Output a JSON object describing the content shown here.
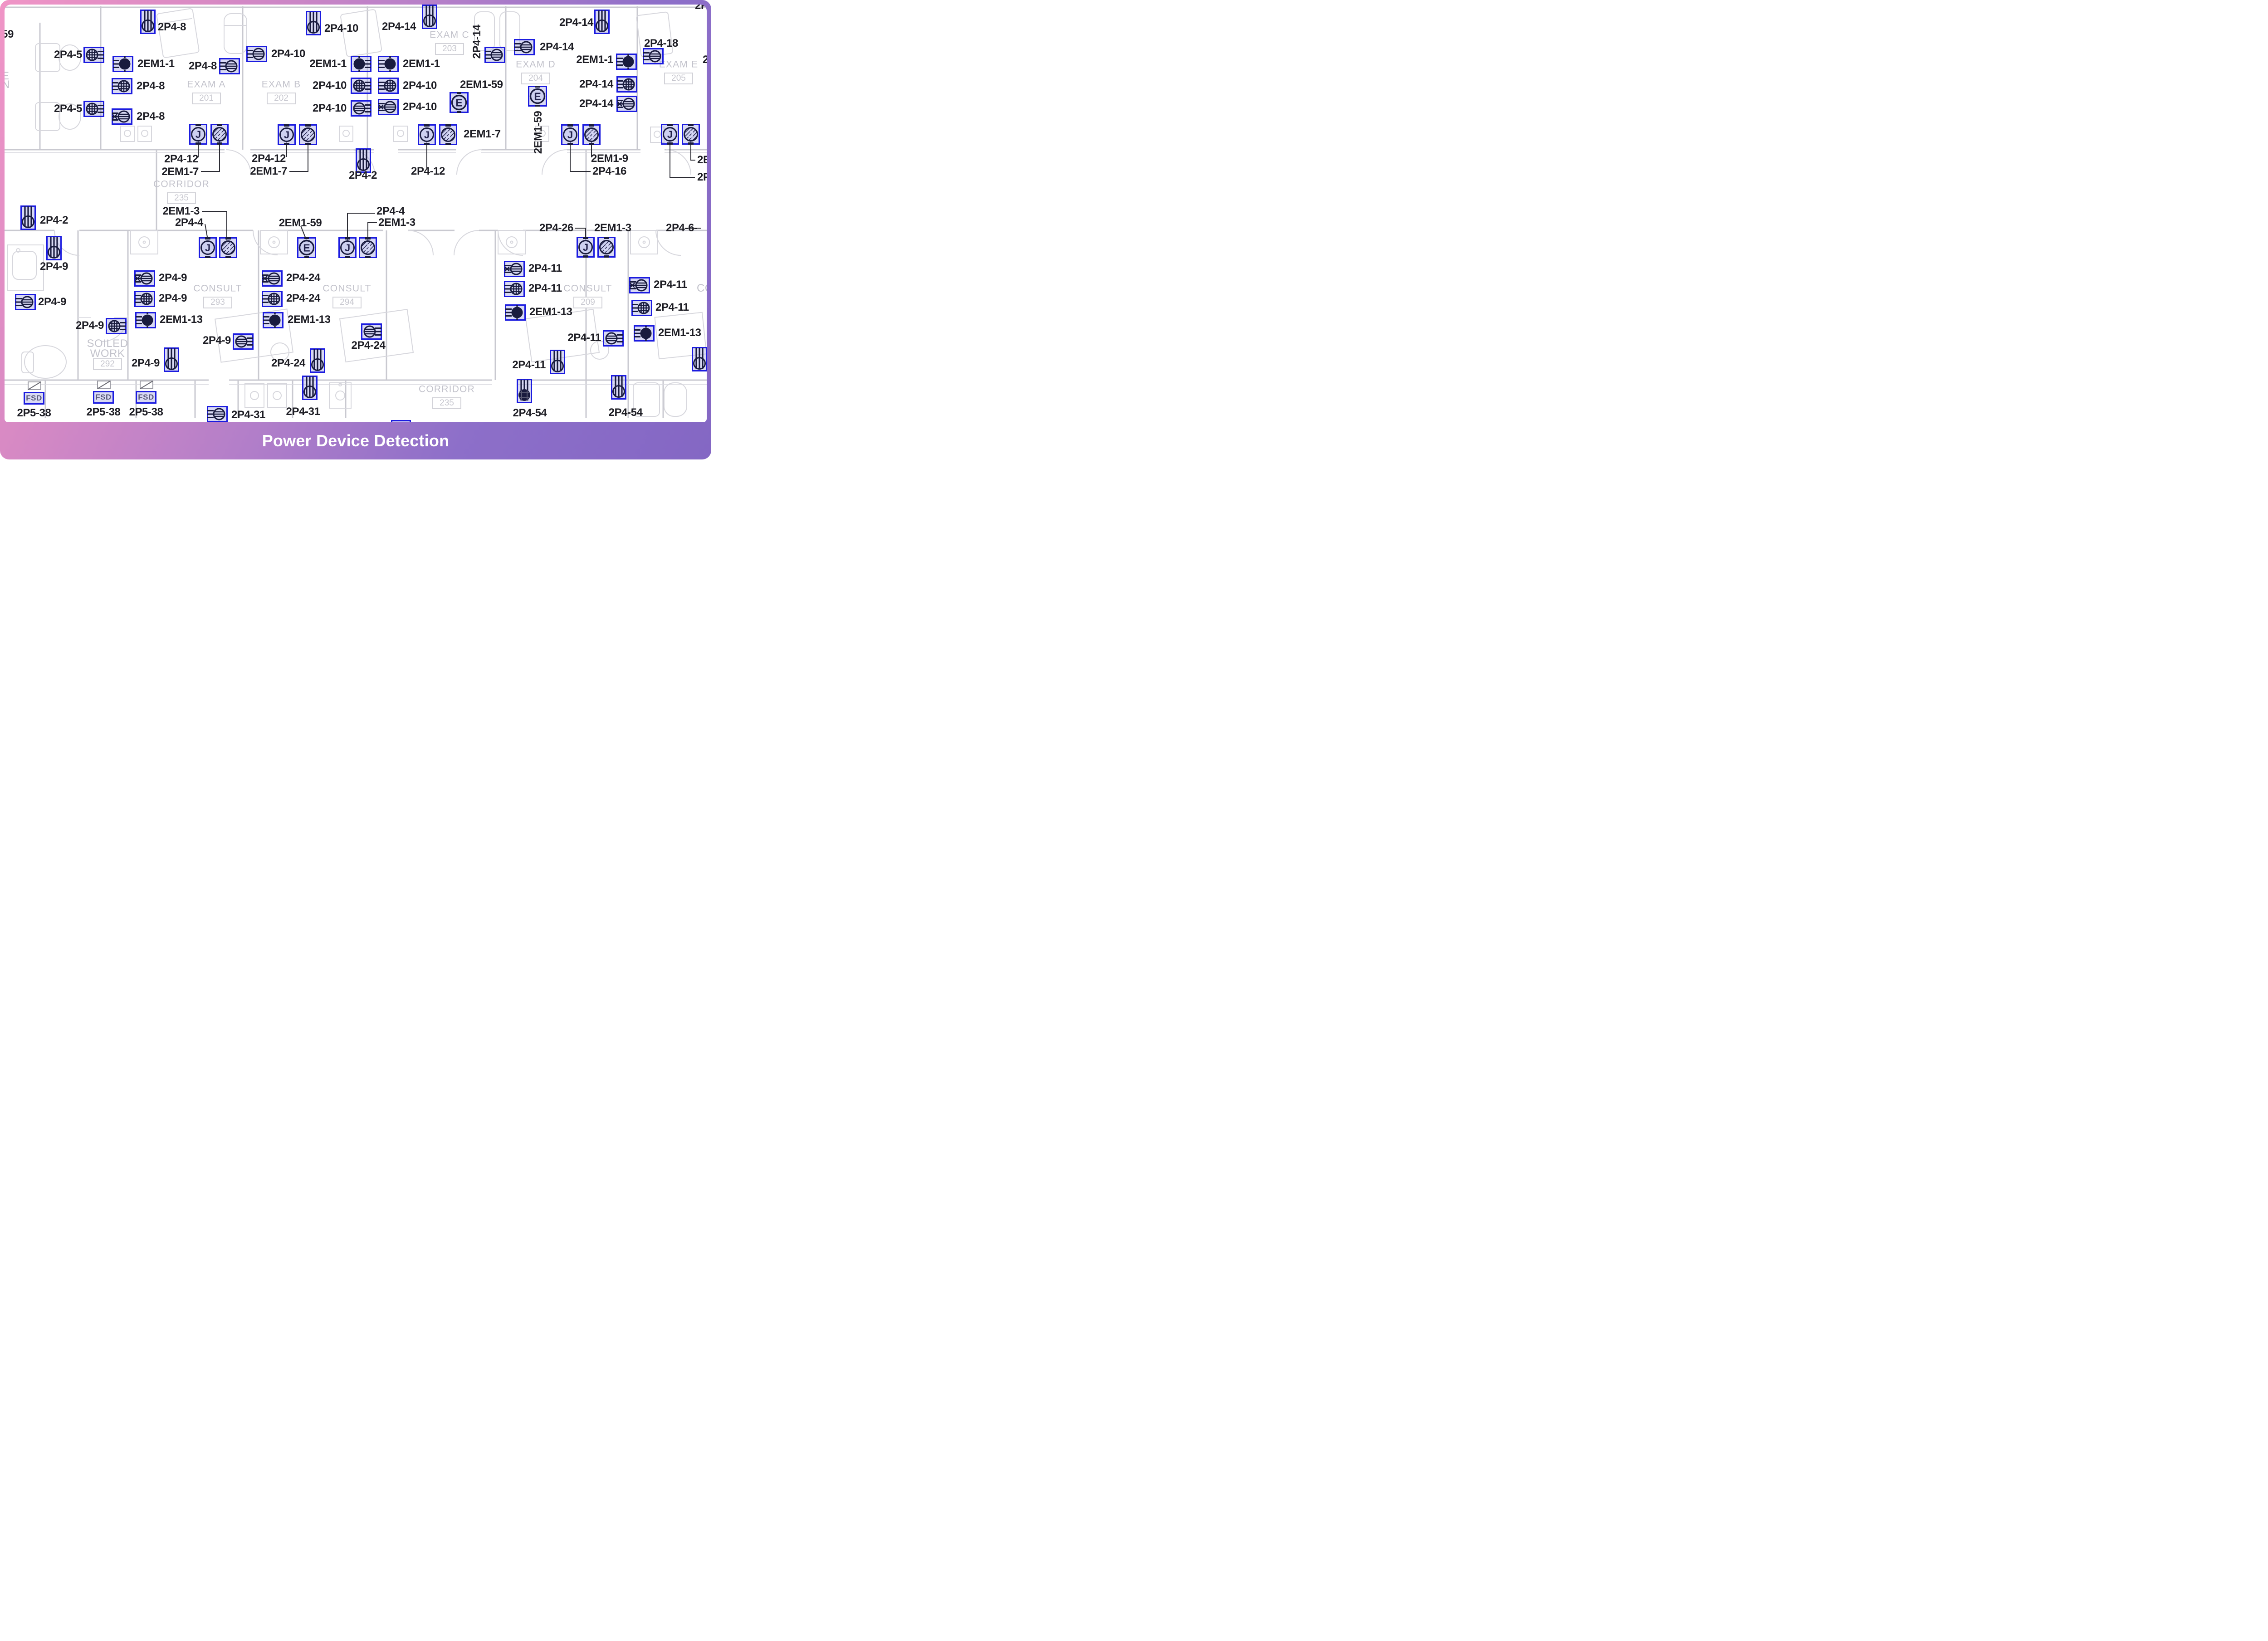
{
  "caption": {
    "title": "Power Device Detection"
  },
  "colors": {
    "box_border": "#1b1bdf",
    "box_fill": "rgba(160,163,228,0.40)",
    "symbol": "#191b3e",
    "circle_fill": "#cdd0f0",
    "label": "#1d1d24",
    "leader": "#2b2b33",
    "plan_line": "#c9c9d0",
    "fixture_line": "#d7d7dd",
    "room_text": "#c2c2cb",
    "gradient_start": "#f095c6",
    "gradient_end": "#8467c4"
  },
  "rooms": [
    [
      "EXAM A",
      "201",
      455,
      186
    ],
    [
      "EXAM B",
      "202",
      620,
      186
    ],
    [
      "EXAM C",
      "203",
      991,
      77
    ],
    [
      "EXAM D",
      "204",
      1181,
      142
    ],
    [
      "EXAM E",
      "205",
      1496,
      142
    ],
    [
      "CORRIDOR",
      "235",
      400,
      406
    ],
    [
      "CONSULT",
      "293",
      480,
      636
    ],
    [
      "CONSULT",
      "294",
      765,
      636
    ],
    [
      "CONSULT",
      "209",
      1296,
      636
    ],
    [
      "CORRIDOR",
      "235",
      985,
      858
    ],
    [
      "",
      "292",
      237,
      772
    ]
  ],
  "devices": [
    [
      "ceil",
      326,
      57
    ],
    [
      "quad",
      207,
      121,
      "r"
    ],
    [
      "em",
      271,
      141,
      "l"
    ],
    [
      "dup",
      506,
      146,
      "l"
    ],
    [
      "quad",
      269,
      190,
      "l"
    ],
    [
      "quad",
      207,
      240,
      "r"
    ],
    [
      "dupx",
      269,
      257,
      "l"
    ],
    [
      "ceil",
      691,
      60
    ],
    [
      "dup",
      566,
      119,
      "l"
    ],
    [
      "em",
      796,
      141,
      "r"
    ],
    [
      "em",
      856,
      141,
      "l"
    ],
    [
      "quad",
      796,
      189,
      "r"
    ],
    [
      "quad",
      856,
      189,
      "l"
    ],
    [
      "dup",
      796,
      239,
      "r"
    ],
    [
      "dupx",
      856,
      236,
      "l"
    ],
    [
      "ceil",
      947,
      46
    ],
    [
      "dup",
      1091,
      121,
      "l"
    ],
    [
      "dup",
      1156,
      104,
      "l"
    ],
    [
      "e",
      1012,
      226,
      null,
      "E"
    ],
    [
      "e",
      1185,
      212,
      null,
      "E"
    ],
    [
      "em",
      1381,
      136,
      "l"
    ],
    [
      "quad",
      1382,
      186,
      "l"
    ],
    [
      "dupx",
      1382,
      229,
      "l"
    ],
    [
      "ceil",
      1327,
      57
    ],
    [
      "dup",
      1440,
      124,
      "l"
    ],
    [
      "j",
      437,
      296,
      null,
      "J"
    ],
    [
      "jh",
      484,
      296,
      null,
      "J"
    ],
    [
      "j",
      632,
      297,
      null,
      "J"
    ],
    [
      "jh",
      679,
      297,
      null,
      "J"
    ],
    [
      "ceil",
      801,
      363
    ],
    [
      "j",
      941,
      297,
      null,
      "J"
    ],
    [
      "jh",
      988,
      297,
      null,
      "J"
    ],
    [
      "j",
      1257,
      297,
      null,
      "J"
    ],
    [
      "jh",
      1304,
      297,
      null,
      "J"
    ],
    [
      "j",
      1477,
      296,
      null,
      "J"
    ],
    [
      "jh",
      1523,
      296,
      null,
      "J"
    ],
    [
      "ceil",
      62,
      489
    ],
    [
      "ceil",
      119,
      556
    ],
    [
      "j",
      458,
      546,
      null,
      "J"
    ],
    [
      "jh",
      503,
      546,
      null,
      "J"
    ],
    [
      "e",
      676,
      546,
      null,
      "E"
    ],
    [
      "j",
      766,
      546,
      null,
      "J"
    ],
    [
      "jh",
      811,
      546,
      null,
      "J"
    ],
    [
      "j",
      1291,
      545,
      null,
      "J"
    ],
    [
      "jh",
      1337,
      545,
      null,
      "J"
    ],
    [
      "dup",
      56,
      666,
      "l"
    ],
    [
      "quad",
      256,
      719,
      "r"
    ],
    [
      "dupx",
      319,
      614,
      "l"
    ],
    [
      "quad",
      319,
      659,
      "l"
    ],
    [
      "em",
      321,
      706,
      "l"
    ],
    [
      "dup",
      536,
      753,
      "r"
    ],
    [
      "ceil",
      378,
      802
    ],
    [
      "dupx",
      600,
      614,
      "l"
    ],
    [
      "quad",
      600,
      659,
      "l"
    ],
    [
      "em",
      602,
      706,
      "l"
    ],
    [
      "dup",
      819,
      731,
      "r"
    ],
    [
      "ceil",
      700,
      804
    ],
    [
      "dupx",
      1134,
      593,
      "l"
    ],
    [
      "quad",
      1134,
      637,
      "l"
    ],
    [
      "em",
      1136,
      689,
      "l"
    ],
    [
      "dup",
      1352,
      746,
      "r"
    ],
    [
      "ceil",
      1229,
      807
    ],
    [
      "dupx",
      1410,
      629,
      "l"
    ],
    [
      "quad",
      1415,
      679,
      "l"
    ],
    [
      "em",
      1420,
      735,
      "l"
    ],
    [
      "ceil",
      1542,
      801
    ],
    [
      "fsd",
      75,
      878,
      null,
      "FSD"
    ],
    [
      "fsd",
      228,
      876,
      null,
      "FSD"
    ],
    [
      "fsd",
      322,
      876,
      null,
      "FSD"
    ],
    [
      "dup",
      479,
      913,
      "l"
    ],
    [
      "ceil",
      683,
      864
    ],
    [
      "ceil2",
      1156,
      871
    ],
    [
      "ceil",
      1364,
      863
    ],
    [
      "pbox",
      884,
      933
    ]
  ],
  "labels": [
    [
      "2P4-8",
      348,
      60,
      "l"
    ],
    [
      "2P4-5",
      181,
      121,
      "r"
    ],
    [
      "2EM1-1",
      303,
      141,
      "l"
    ],
    [
      "2P4-8",
      478,
      146,
      "r"
    ],
    [
      "2P4-8",
      301,
      190,
      "l"
    ],
    [
      "2P4-5",
      181,
      240,
      "r"
    ],
    [
      "2P4-8",
      301,
      257,
      "l"
    ],
    [
      "2P4-10",
      715,
      63,
      "l"
    ],
    [
      "2P4-10",
      598,
      119,
      "l"
    ],
    [
      "2EM1-1",
      764,
      141,
      "r"
    ],
    [
      "2EM1-1",
      888,
      141,
      "l"
    ],
    [
      "2P4-10",
      764,
      189,
      "r"
    ],
    [
      "2P4-10",
      888,
      189,
      "l"
    ],
    [
      "2P4-10",
      764,
      239,
      "r"
    ],
    [
      "2P4-10",
      888,
      236,
      "l"
    ],
    [
      "2P4-14",
      917,
      59,
      "r"
    ],
    [
      "2P4-14",
      1190,
      104,
      "l"
    ],
    [
      "2EM1-59",
      1014,
      187,
      "l"
    ],
    [
      "2EM1-1",
      1352,
      132,
      "r"
    ],
    [
      "2P4-14",
      1352,
      186,
      "r"
    ],
    [
      "2P4-14",
      1352,
      229,
      "r"
    ],
    [
      "2P4-14",
      1308,
      50,
      "r"
    ],
    [
      "2P4-18",
      1420,
      96,
      "l"
    ],
    [
      "2P4-14",
      1052,
      92,
      "c",
      null,
      -90
    ],
    [
      "2EM1-59",
      1187,
      292,
      "c",
      null,
      -90
    ],
    [
      "2P4-12",
      437,
      351,
      "r"
    ],
    [
      "2EM1-7",
      438,
      379,
      "r"
    ],
    [
      "2P4-12",
      630,
      350,
      "r"
    ],
    [
      "2EM1-7",
      633,
      378,
      "r"
    ],
    [
      "2EM1-7",
      1022,
      296,
      "l"
    ],
    [
      "2P4-12",
      981,
      378,
      "r"
    ],
    [
      "2P4-2",
      800,
      387,
      "c"
    ],
    [
      "2EM1-9",
      1303,
      350,
      "l"
    ],
    [
      "2P4-16",
      1306,
      378,
      "l"
    ],
    [
      "2E",
      1537,
      353,
      "l"
    ],
    [
      "2P",
      1537,
      391,
      "l"
    ],
    [
      "2P",
      1532,
      13,
      "l"
    ],
    [
      "2",
      1549,
      132,
      "l"
    ],
    [
      "2EM1-3",
      440,
      466,
      "r"
    ],
    [
      "2P4-4",
      448,
      491,
      "r"
    ],
    [
      "2EM1-59",
      662,
      492,
      "c"
    ],
    [
      "2P4-4",
      830,
      466,
      "l"
    ],
    [
      "2EM1-3",
      834,
      491,
      "l"
    ],
    [
      "2P4-26",
      1264,
      503,
      "r"
    ],
    [
      "2EM1-3",
      1310,
      503,
      "l"
    ],
    [
      "2P4-6-",
      1468,
      503,
      "l"
    ],
    [
      "2P4-2",
      88,
      486,
      "l"
    ],
    [
      "2P4-9",
      119,
      588,
      "c"
    ],
    [
      "2P4-9",
      84,
      666,
      "l"
    ],
    [
      "2P4-9",
      229,
      718,
      "r"
    ],
    [
      "2P4-9",
      350,
      613,
      "l"
    ],
    [
      "2P4-9",
      350,
      658,
      "l"
    ],
    [
      "2EM1-13",
      352,
      705,
      "l"
    ],
    [
      "2P4-9",
      509,
      751,
      "r"
    ],
    [
      "2P4-9",
      352,
      801,
      "r"
    ],
    [
      "2P4-24",
      631,
      613,
      "l"
    ],
    [
      "2P4-24",
      631,
      658,
      "l"
    ],
    [
      "2EM1-13",
      634,
      705,
      "l"
    ],
    [
      "2P4-24",
      812,
      762,
      "c"
    ],
    [
      "2P4-24",
      673,
      801,
      "r"
    ],
    [
      "2P4-11",
      1165,
      592,
      "l"
    ],
    [
      "2P4-11",
      1165,
      636,
      "l"
    ],
    [
      "2EM1-13",
      1167,
      688,
      "l"
    ],
    [
      "2P4-11",
      1325,
      745,
      "r"
    ],
    [
      "2P4-11",
      1203,
      805,
      "r"
    ],
    [
      "2P4-11",
      1441,
      628,
      "l"
    ],
    [
      "2P4-11",
      1445,
      678,
      "l"
    ],
    [
      "2EM1-13",
      1451,
      734,
      "l"
    ],
    [
      "2P5-38",
      75,
      911,
      "c"
    ],
    [
      "2P5-38",
      228,
      909,
      "c"
    ],
    [
      "2P5-38",
      322,
      909,
      "c"
    ],
    [
      "2P4-31",
      510,
      915,
      "l"
    ],
    [
      "2P4-31",
      668,
      908,
      "c"
    ],
    [
      "2P4-54",
      1168,
      911,
      "c"
    ],
    [
      "2P4-54",
      1379,
      910,
      "c"
    ],
    [
      "59",
      4,
      76,
      "l"
    ],
    [
      "E",
      4,
      168,
      "l",
      "gray"
    ],
    [
      "N",
      4,
      187,
      "l",
      "gray"
    ],
    [
      "CO",
      1536,
      636,
      "l",
      "gray"
    ],
    [
      "SOILED",
      237,
      758,
      "c",
      "gray"
    ],
    [
      "WORK",
      237,
      780,
      "c",
      "gray"
    ]
  ],
  "leaders": [
    "437,312 437,347",
    "484,312 484,378 443,378",
    "632,314 632,346",
    "679,314 679,378 638,378",
    "941,314 941,371",
    "1257,312 1257,378 1302,378",
    "1304,312 1304,347",
    "1477,312 1477,391 1532,391",
    "1523,312 1523,353 1533,353",
    "445,466 500,466 500,530",
    "452,494 458,528",
    "663,498 675,528",
    "766,530 766,470 827,470",
    "811,530 811,491 831,491",
    "1267,503 1291,503 1291,528",
    "1510,503 1546,503"
  ]
}
